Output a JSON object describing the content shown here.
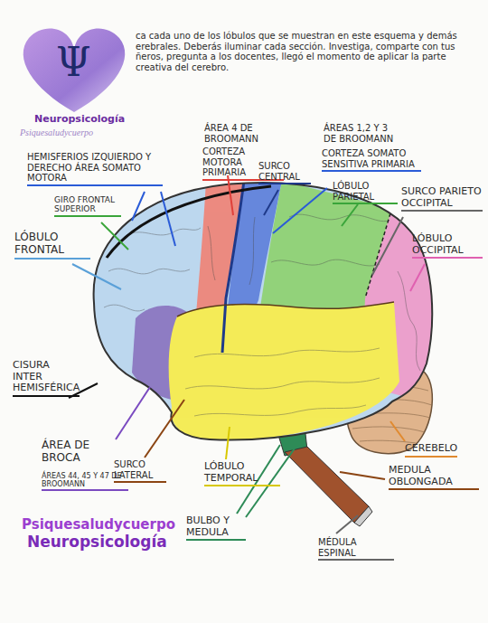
{
  "diagram": {
    "labels": [
      "ca cada uno de los lóbulos que se muestran en este esquema y demás erebrales. Deberás iluminar cada sección. Investiga, comparte con tus ñeros, pregunta a los docentes, llegó el momento de aplicar la parte creativa del cerebro.",
      "Ψ",
      "Neuropsicología",
      "Psiquesaludycuerpo",
      "ÁREA 4 DE BROOMANN",
      "CORTEZA MOTORA PRIMARIA",
      "SURCO CENTRAL",
      "ÁREAS 1,2 Y 3 DE BROOMANN",
      "CORTEZA SOMATO SENSITIVA PRIMARIA",
      "HEMISFERIOS IZQUIERDO Y DERECHO ÁREA SOMATO MOTORA",
      "GIRO FRONTAL SUPERIOR",
      "LÓBULO PARIETAL",
      "SURCO PARIETO OCCIPITAL",
      "LÓBULO OCCIPITAL",
      "LÓBULO FRONTAL",
      "CISURA INTER HEMISFÉRICA",
      "ÁREA DE BROCA",
      "ÁREAS 44, 45 Y 47 DE BROOMANN",
      "SURCO LATERAL",
      "LÓBULO TEMPORAL",
      "CEREBELO",
      "MEDULA OBLONGADA",
      "BULBO Y MEDULA",
      "MÉDULA ESPINAL",
      "Psiquesaludycuerpo",
      "Neuropsicología"
    ]
  }
}
